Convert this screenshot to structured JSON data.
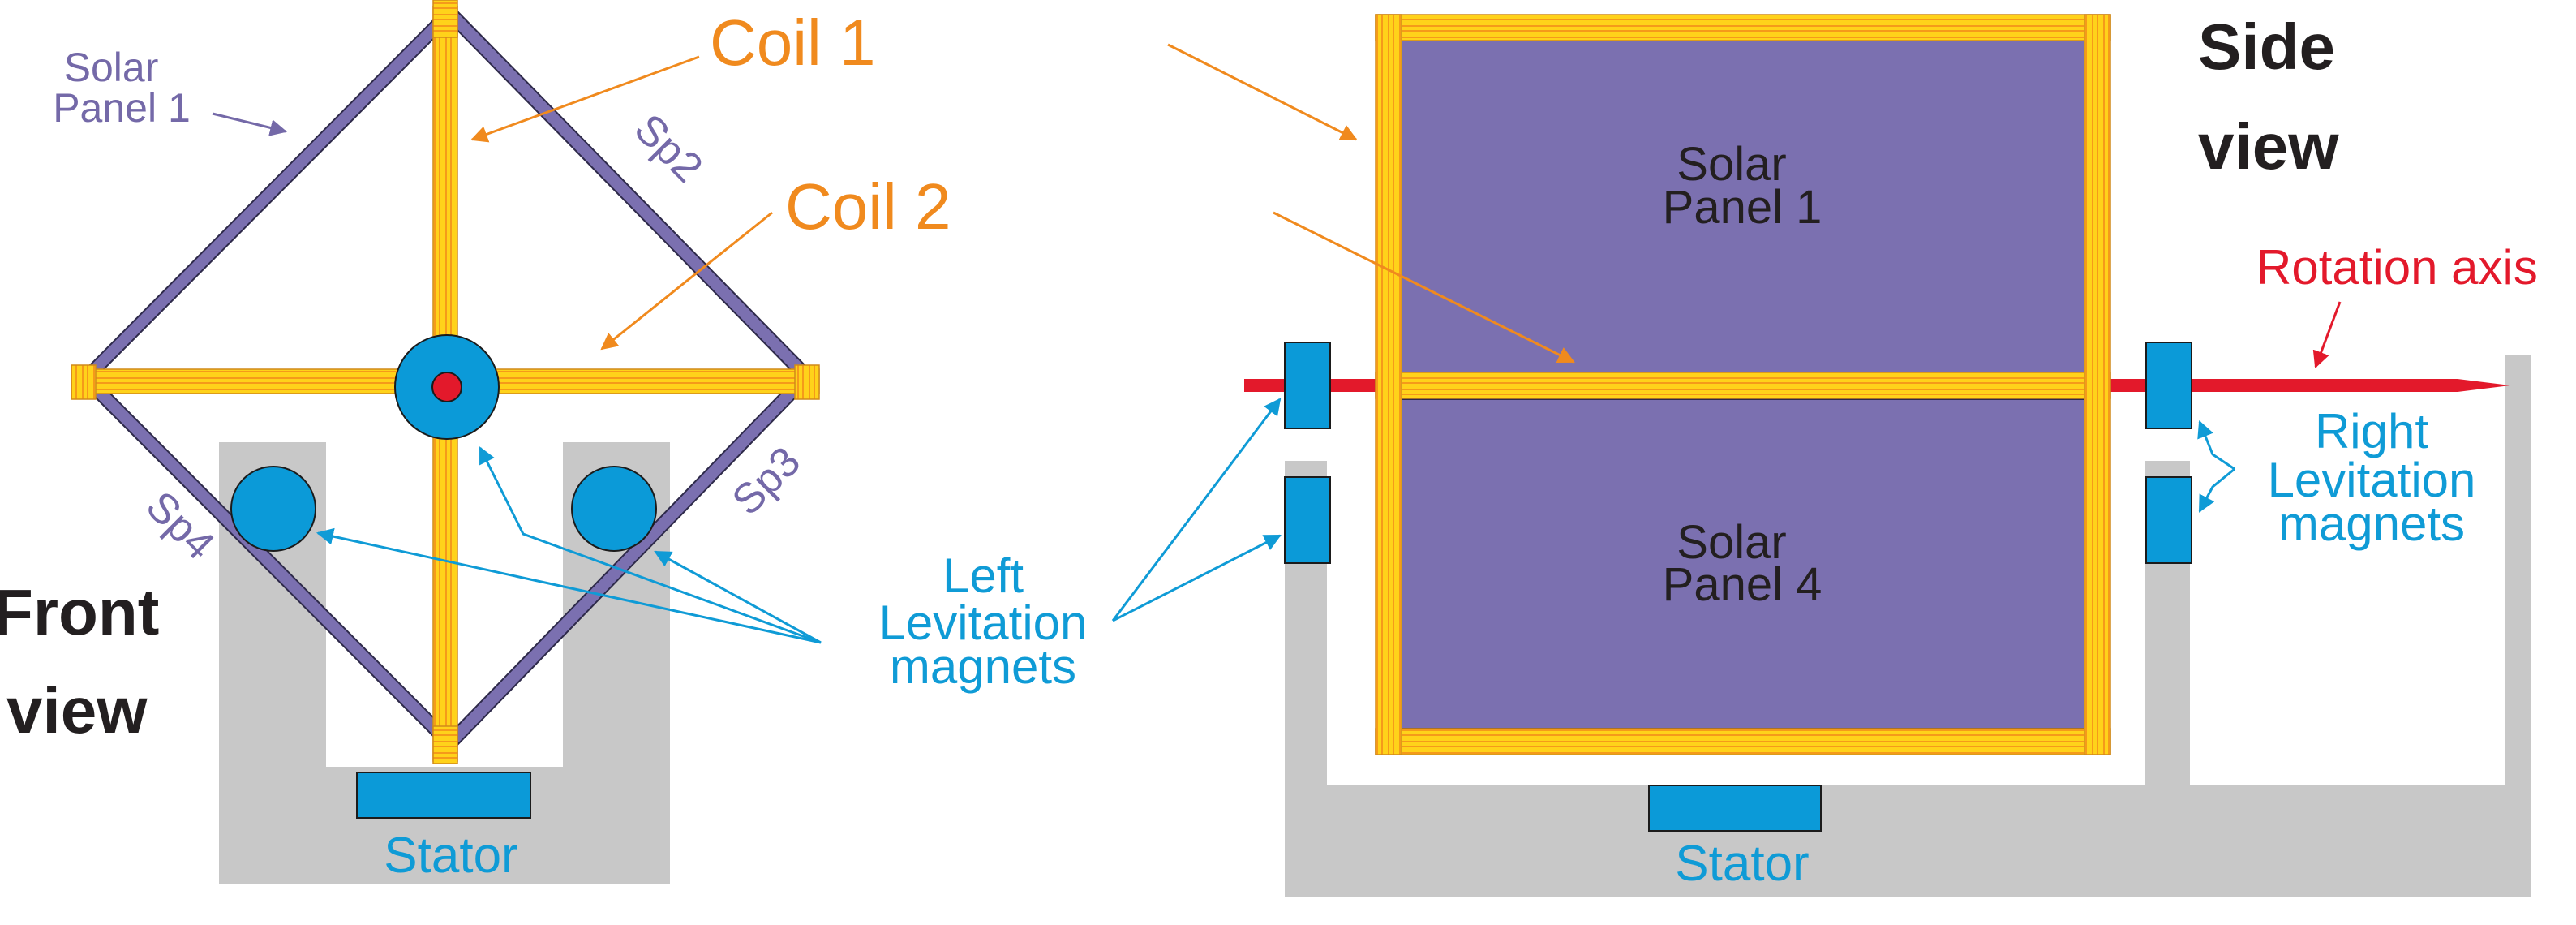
{
  "front_view": {
    "title_line1": "Front",
    "title_line2": "view",
    "solar_panel_1_line1": "Solar",
    "solar_panel_1_line2": "Panel 1",
    "sp2": "Sp2",
    "sp3": "Sp3",
    "sp4": "Sp4",
    "coil1": "Coil 1",
    "coil2": "Coil 2",
    "stator": "Stator"
  },
  "side_view": {
    "title_line1": "Side",
    "title_line2": "view",
    "solar_panel_1_line1": "Solar",
    "solar_panel_1_line2": "Panel 1",
    "solar_panel_4_line1": "Solar",
    "solar_panel_4_line2": "Panel 4",
    "rotation_axis": "Rotation axis",
    "right_magnets_line1": "Right",
    "right_magnets_line2": "Levitation",
    "right_magnets_line3": "magnets",
    "stator": "Stator"
  },
  "left_magnets": {
    "line1": "Left",
    "line2": "Levitation",
    "line3": "magnets"
  },
  "colors": {
    "solar_panel": "#7b70b0",
    "panel_text": "#7469a8",
    "coil_fill": "#ffd21a",
    "coil_stripe": "#f59a1a",
    "coil_label": "#f08a1e",
    "magnet": "#0b9ad8",
    "magnet_label": "#0f9bd6",
    "axis": "#e3192b",
    "stator_housing": "#c8c8c8",
    "title": "#231f20"
  }
}
